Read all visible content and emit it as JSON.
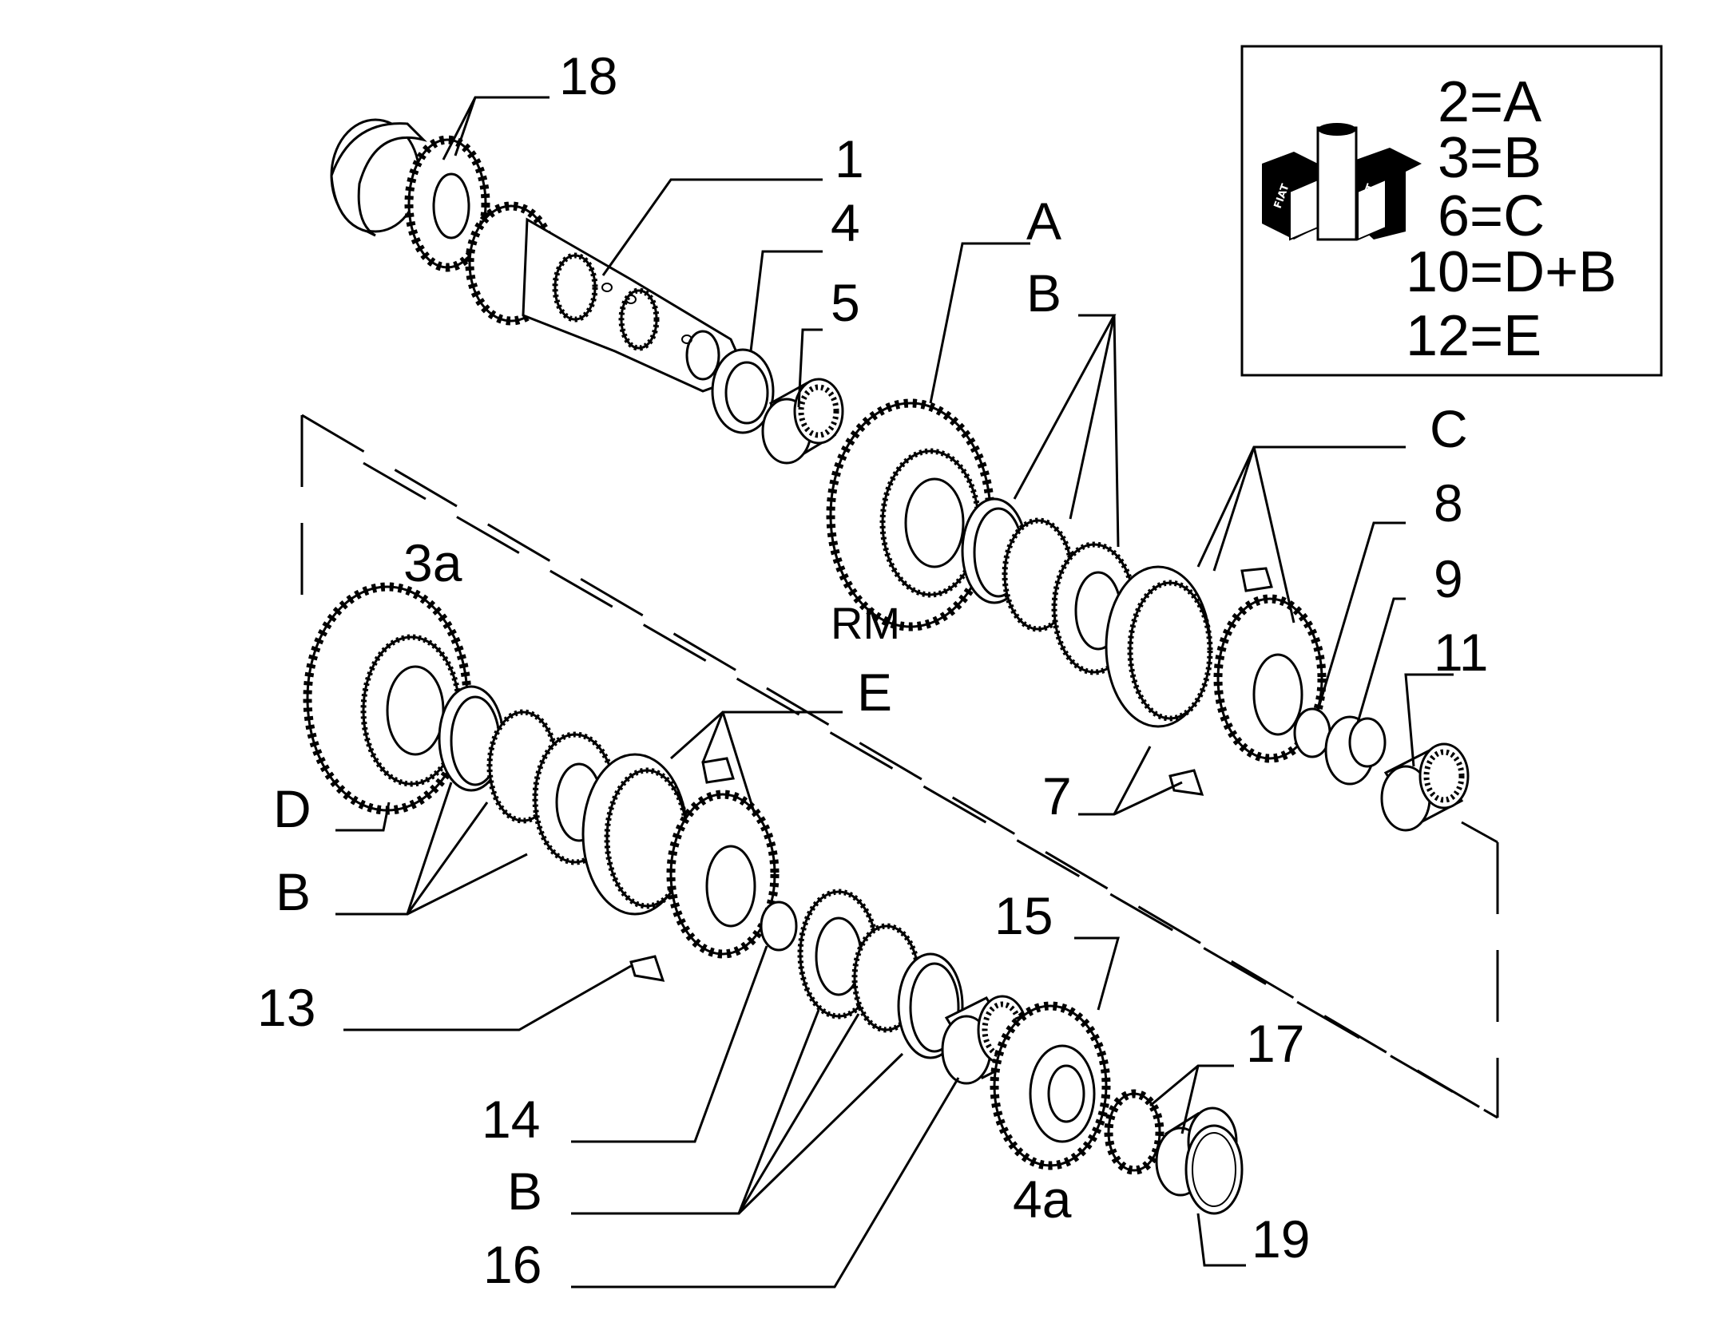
{
  "callouts": {
    "c18": "18",
    "c1": "1",
    "c4": "4",
    "c5": "5",
    "cA": "A",
    "cB_top": "B",
    "cC": "C",
    "c8": "8",
    "c9": "9",
    "c11": "11",
    "c7": "7",
    "cRM": "RM",
    "c3a": "3a",
    "cE": "E",
    "cD": "D",
    "cB_left": "B",
    "c13": "13",
    "c15": "15",
    "c14": "14",
    "c17": "17",
    "cB_bottom": "B",
    "c4a": "4a",
    "c19": "19",
    "c16": "16"
  },
  "kit_legend": {
    "icon": "fiat-kit-box-icon",
    "lines": [
      "2=A",
      "3=B",
      "6=C",
      "10=D+B",
      "12=E"
    ]
  },
  "colors": {
    "ink": "#000000",
    "paper": "#ffffff"
  }
}
